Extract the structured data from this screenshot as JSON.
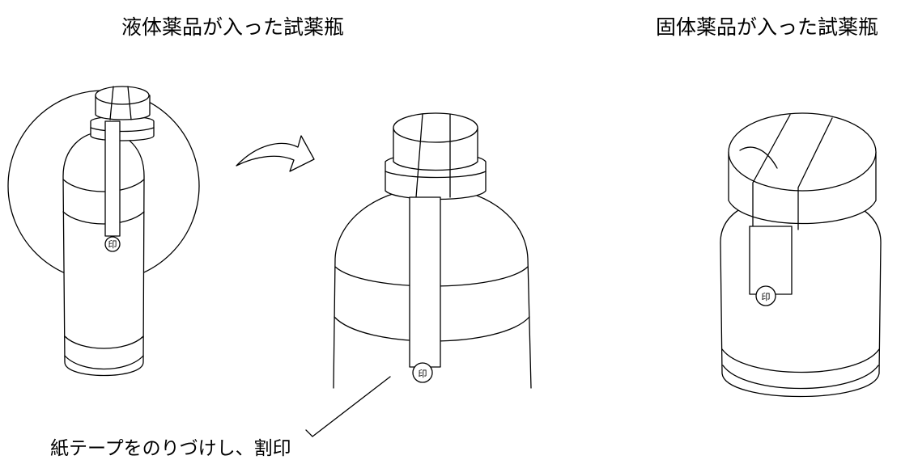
{
  "titles": {
    "liquid": "液体薬品が入った試薬瓶",
    "solid": "固体薬品が入った試薬瓶"
  },
  "annotation": {
    "label": "紙テープをのりづけし、割印"
  },
  "stamp": {
    "char": "印"
  },
  "icons": {
    "zoom": "curved-arrow-icon",
    "seal": "seal-stamp-icon"
  }
}
